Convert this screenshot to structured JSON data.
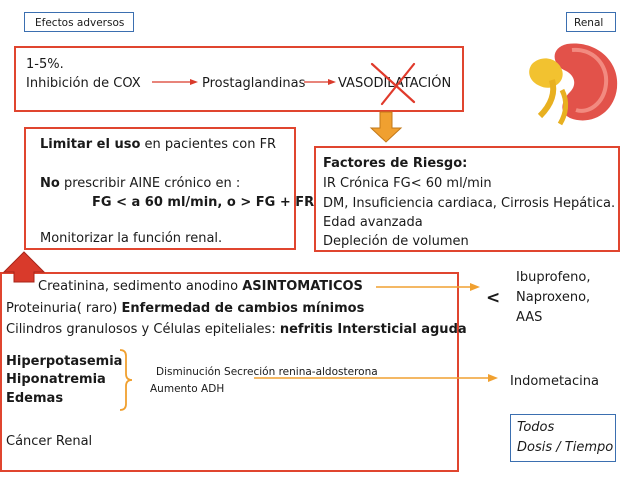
{
  "header": {
    "left_label": "Efectos adversos",
    "right_label": "Renal"
  },
  "top_box": {
    "line1": "1-5%.",
    "step1": "Inhibición de COX",
    "step2": "Prostaglandinas",
    "step3": "VASODILATACIÓN"
  },
  "advice_box": {
    "l1_bold": "Limitar el uso",
    "l1_rest": " en pacientes con FR",
    "l2_bold": "No",
    "l2_rest": " prescribir AINE crónico en :",
    "l3": "FG < a 60 ml/min, o > FG + FR",
    "l4": "Monitorizar la función renal."
  },
  "risk_box": {
    "title": "Factores de Riesgo:",
    "items": [
      "IR Crónica FG< 60 ml/min",
      "DM, Insuficiencia cardiaca, Cirrosis Hepática.",
      "Edad avanzada",
      "Depleción de volumen"
    ]
  },
  "effects_box": {
    "l1_text": "Creatinina, sedimento anodino ",
    "l1_bold": "ASINTOMATICOS",
    "l2_text": "Proteinuria( raro) ",
    "l2_bold": "Enfermedad de cambios mínimos",
    "l3_text": "Cilindros granulosos y Células epiteliales: ",
    "l3_bold": "nefritis Intersticial aguda",
    "bracket_items": [
      "Hiperpotasemia",
      "Hiponatremia",
      "Edemas"
    ],
    "mechanism_1": "Disminución Secreción renina-aldosterona",
    "mechanism_2": "Aumento ADH",
    "last": "Cáncer Renal"
  },
  "right_side": {
    "less_sign": "<",
    "drugs": [
      "Ibuprofeno,",
      "Naproxeno,",
      "AAS"
    ],
    "indomethacin": "Indometacina",
    "dose_1": "Todos",
    "dose_2": "Dosis / Tiempo"
  },
  "colors": {
    "red_border": "#e0452f",
    "blue_border": "#3b6fb0",
    "orange_arrow": "#f0a030",
    "red_arrow": "#d93a2b"
  }
}
